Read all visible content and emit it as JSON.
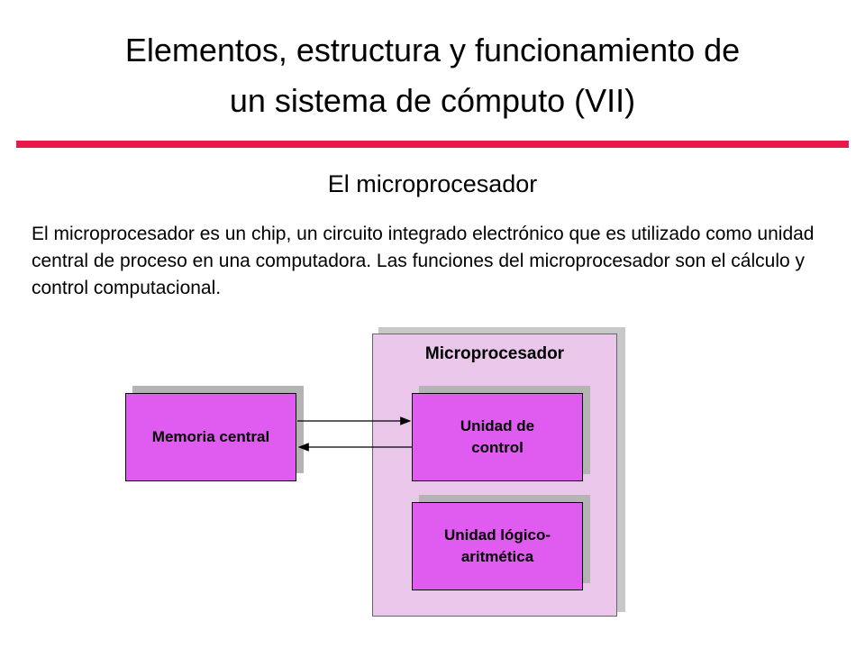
{
  "slide": {
    "title_line1": "Elementos, estructura y funcionamiento de",
    "title_line2": "un sistema de cómputo (VII)",
    "section_heading": "El microprocesador",
    "body": "El microprocesador es un chip, un circuito integrado electrónico que es utilizado como unidad central de proceso en una computadora. Las funciones del microprocesador son el cálculo y control computacional."
  },
  "diagram": {
    "microprocessor_label": "Microprocesador",
    "memory_label": "Memoria central",
    "control_unit_label": "Unidad de control",
    "alu_label": "Unidad lógico-aritmética"
  },
  "colors": {
    "accent_rule": "#e8194a",
    "microprocessor_fill": "#e9c6ea",
    "component_fill": "#e05cf0"
  }
}
